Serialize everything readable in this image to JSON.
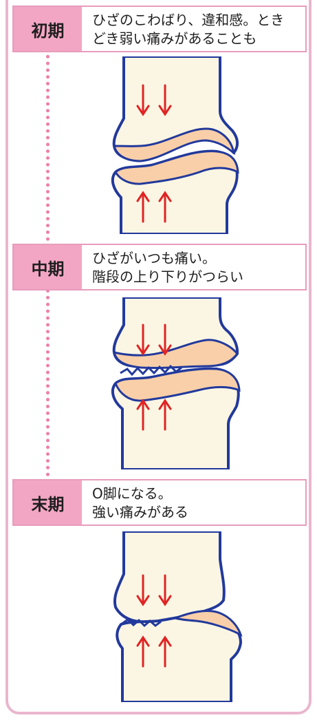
{
  "stages": [
    {
      "label": "初期",
      "description_lines": [
        "ひざのこわばり、違和感。とき",
        "どき弱い痛みがあることも"
      ],
      "condition": "early"
    },
    {
      "label": "中期",
      "description_lines": [
        "ひざがいつも痛い。",
        "階段の上り下りがつらい"
      ],
      "condition": "middle"
    },
    {
      "label": "末期",
      "description_lines": [
        "O脚になる。",
        "強い痛みがある"
      ],
      "condition": "late"
    }
  ],
  "colors": {
    "frame": "#eab6cd",
    "label_bg": "#f3a6c4",
    "dots": "#ee7fa8",
    "bone_fill": "#fbf6e3",
    "bone_outline": "#22399c",
    "cartilage": "#f8cfa8",
    "arrow": "#e02424"
  }
}
